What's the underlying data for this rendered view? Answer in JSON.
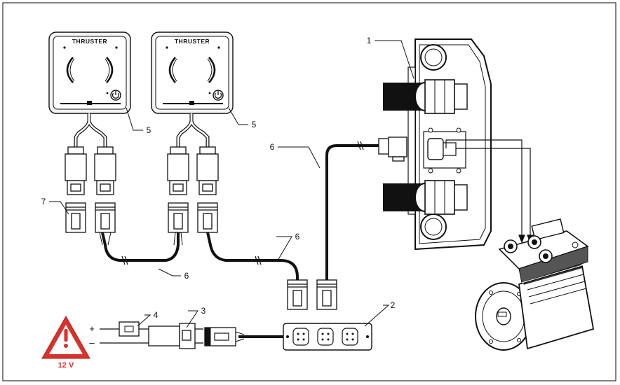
{
  "panels": [
    {
      "brand": "THRUSTER",
      "callout": "5"
    },
    {
      "brand": "THRUSTER",
      "callout": "5"
    }
  ],
  "callouts": {
    "thruster": "1",
    "hub": "2",
    "power_connector": "3",
    "fuse": "4",
    "cable_left_panel": "6",
    "cable_right_panel": "6",
    "cable_thruster": "6",
    "terminator": "7"
  },
  "power": {
    "positive": "+",
    "negative": "–",
    "voltage": "12 V"
  },
  "colors": {
    "warning_red": "#d9312b",
    "line": "#111111",
    "frame": "#333333"
  },
  "icons": [
    "power-icon",
    "warning-icon"
  ]
}
